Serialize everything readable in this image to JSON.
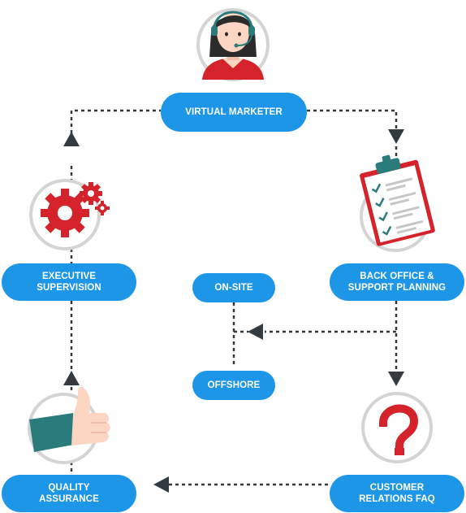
{
  "nodes": {
    "virtual_marketer": {
      "line1": "VIRTUAL MARKETER",
      "icon": "call-center-agent-icon"
    },
    "back_office": {
      "line1": "BACK OFFICE &",
      "line2": "SUPPORT PLANNING",
      "icon": "clipboard-checklist-icon"
    },
    "customer_relations": {
      "line1": "CUSTOMER",
      "line2": "RELATIONS FAQ",
      "icon": "question-mark-icon"
    },
    "quality_assurance": {
      "line1": "QUALITY",
      "line2": "ASSURANCE",
      "icon": "thumbs-up-icon"
    },
    "executive_supervision": {
      "line1": "EXECUTIVE",
      "line2": "SUPERVISION",
      "icon": "gears-icon"
    },
    "on_site": {
      "line1": "ON-SITE"
    },
    "offshore": {
      "line1": "OFFSHORE"
    }
  },
  "colors": {
    "pill": "#1e96e8",
    "pill_text": "#ffffff",
    "arrow": "#333a40",
    "icon_ring": "#d4d4d4",
    "accent_red": "#d4232b",
    "teal": "#2a7c7c",
    "skin": "#fcd6c2"
  }
}
